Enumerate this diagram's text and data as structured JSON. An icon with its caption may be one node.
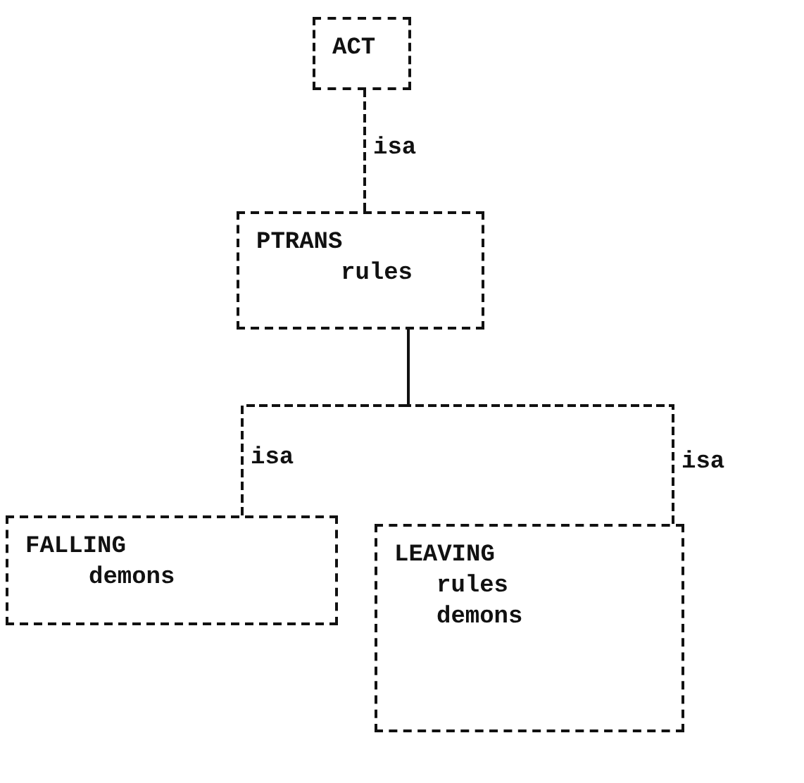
{
  "diagram": {
    "nodes": [
      {
        "text": [
          "ACT"
        ]
      },
      {
        "text": [
          "PTRANS",
          "rules"
        ]
      },
      {
        "text": [
          "FALLING",
          "demons"
        ]
      },
      {
        "text": [
          "LEAVING",
          "rules",
          "demons"
        ]
      }
    ],
    "edges": [
      {
        "from": 1,
        "to": 0,
        "arrow": "none",
        "label": "isa",
        "style": "dashed"
      },
      {
        "from": 2,
        "to": 1,
        "arrow": "none",
        "label": "isa",
        "style": "dashed"
      },
      {
        "from": 3,
        "to": 1,
        "arrow": "none",
        "label": "isa",
        "style": "dashed"
      }
    ]
  }
}
